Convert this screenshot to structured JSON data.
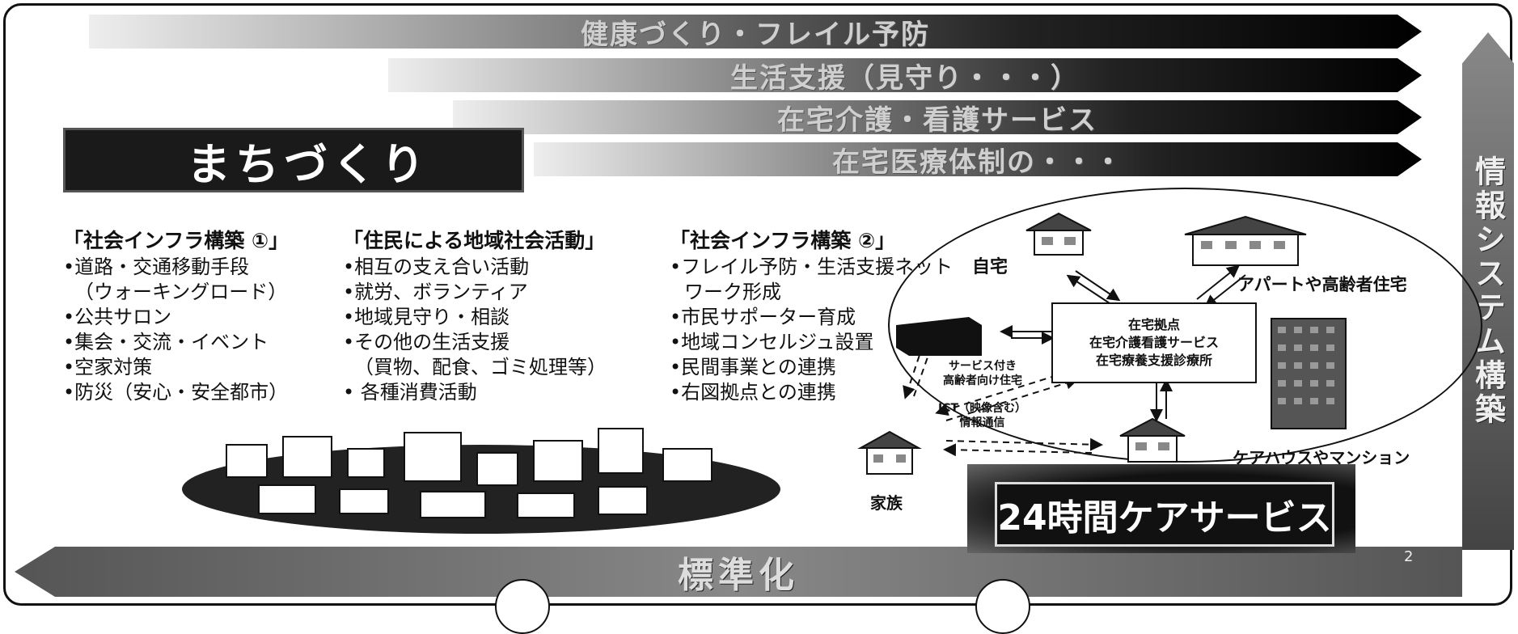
{
  "arrows": [
    "健康づくり・フレイル予防",
    "生活支援（見守り・・・）",
    "在宅介護・看護サービス",
    "在宅医療体制の・・・"
  ],
  "machizukuri": "まちづくり",
  "vertical_bar": "情報システム構築",
  "bottom_bar": "標準化",
  "page_number": "2",
  "columns": [
    {
      "title": "「社会インフラ構築 ①」",
      "items": [
        "•道路・交通移動手段",
        "（ウォーキングロード）",
        "•公共サロン",
        "•集会・交流・イベント",
        "•空家対策",
        "•防災（安心・安全都市）"
      ]
    },
    {
      "title": "「住民による地域社会活動」",
      "items": [
        "•相互の支え合い活動",
        "•就労、ボランティア",
        "•地域見守り・相談",
        "•その他の生活支援",
        "（買物、配食、ゴミ処理等）",
        "•  各種消費活動"
      ]
    },
    {
      "title": "「社会インフラ構築 ②」",
      "items": [
        "•フレイル予防・生活支援ネット",
        "ワーク形成",
        "•市民サポーター育成",
        "•地域コンセルジュ設置",
        "•民間事業との連携",
        "•右図拠点との連携"
      ]
    }
  ],
  "diagram": {
    "hub_lines": [
      "在宅拠点",
      "在宅介護看護サービス",
      "在宅療養支援診療所"
    ],
    "home": "自宅",
    "apartment": "アパートや高齢者住宅",
    "serviced_housing": [
      "サービス付き",
      "高齢者向け住宅"
    ],
    "ict": [
      "ICT（映像含む）",
      "情報通信"
    ],
    "family": "家族",
    "carehouse": "ケアハウスやマンション",
    "care_service": "24時間ケアサービス"
  },
  "colors": {
    "dark": "#111111",
    "mid": "#777777",
    "light": "#eeeeee"
  }
}
